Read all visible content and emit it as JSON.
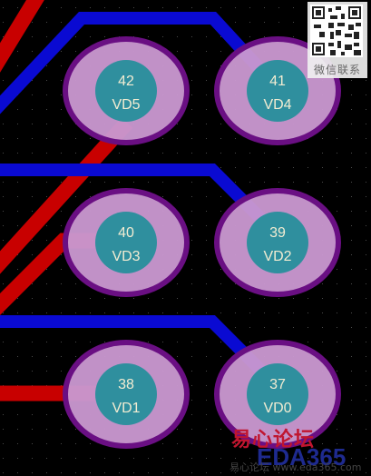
{
  "view": {
    "background_color": "#000000",
    "grid_dot_color": "#4a4a4a"
  },
  "colors": {
    "top_layer_trace": "#c80000",
    "bottom_layer_trace": "#0a0ad2",
    "pad_body": "#c997cf",
    "pad_outline": "#6a0f83",
    "pad_drill": "#2f8f9e",
    "pad_text": "#f2ecd2"
  },
  "pads": [
    {
      "number": "42",
      "designator": "VD5"
    },
    {
      "number": "41",
      "designator": "VD4"
    },
    {
      "number": "40",
      "designator": "VD3"
    },
    {
      "number": "39",
      "designator": "VD2"
    },
    {
      "number": "38",
      "designator": "VD1"
    },
    {
      "number": "37",
      "designator": "VD0"
    }
  ],
  "watermarks": {
    "qr_caption": "微信联系",
    "brand_top": "易心论坛",
    "brand_logo": "EDA365",
    "brand_sub": "易心论坛 www.eda365.com"
  }
}
